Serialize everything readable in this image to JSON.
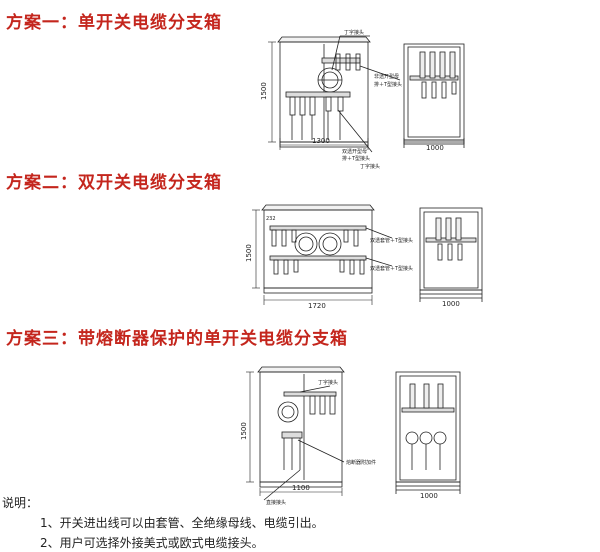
{
  "scheme1": {
    "title": "方案一：单开关电缆分支箱",
    "height_dim": "1500",
    "width_dim": "1300",
    "side_width_dim": "1000",
    "label_top": "丁字接头",
    "label_mid_1": "非透开型母",
    "label_mid_2": "排＋T型接头",
    "label_bot_1": "双透开型母",
    "label_bot_2": "排＋T型接头",
    "label_bot_3": "丁字接头"
  },
  "scheme2": {
    "title": "方案二：双开关电缆分支箱",
    "height_dim": "1500",
    "width_dim": "1720",
    "side_width_dim": "1000",
    "dim_small": "232",
    "label_1": "双透套管＋T型接头",
    "label_2": "双透套管＋T型接头"
  },
  "scheme3": {
    "title": "方案三：带熔断器保护的单开关电缆分支箱",
    "height_dim": "1500",
    "width_dim": "1100",
    "side_width_dim": "1000",
    "label_top": "丁字接头",
    "label_mid": "熔断器附加件",
    "label_bot": "直接接头"
  },
  "notes": {
    "heading": "说明：",
    "item1": "1、开关进出线可以由套管、全绝缘母线、电缆引出。",
    "item2": "2、用户可选择外接美式或欧式电缆接头。"
  }
}
